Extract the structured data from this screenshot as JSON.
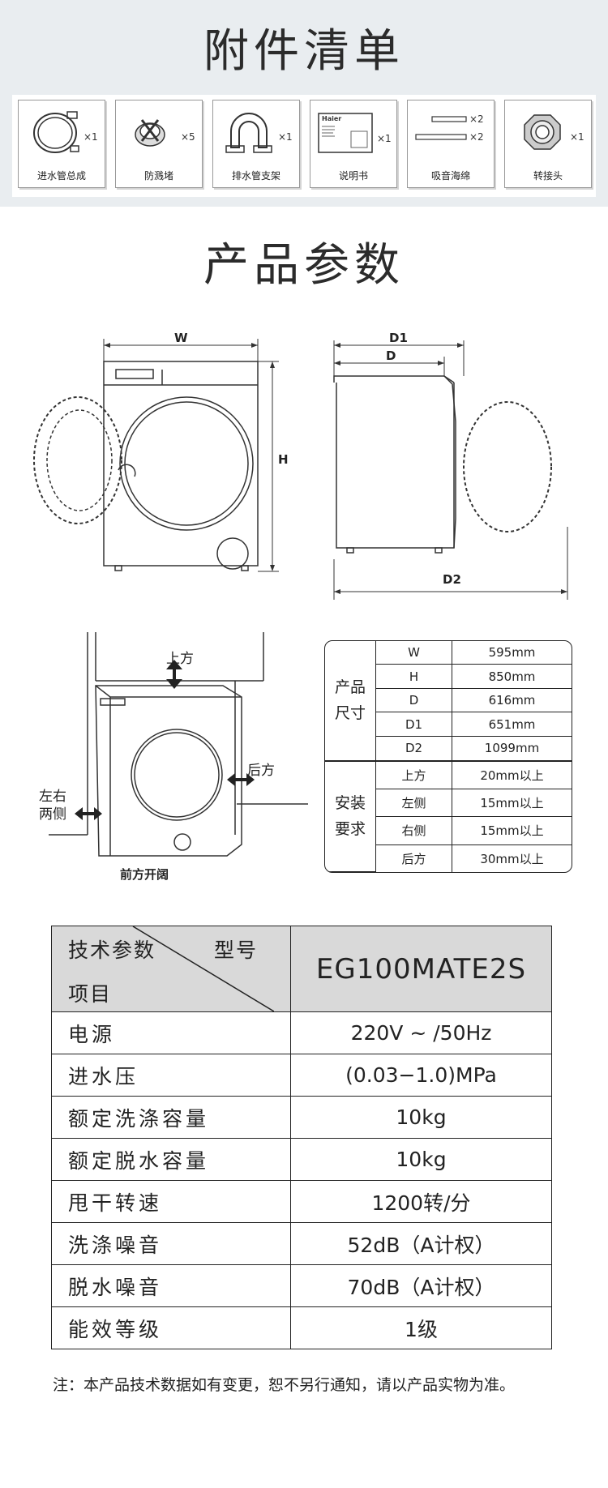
{
  "accessories": {
    "title": "附件清单",
    "items": [
      {
        "name": "进水管总成",
        "qty": "×1",
        "icon": "hose-icon"
      },
      {
        "name": "防溅堵",
        "qty": "×5",
        "icon": "plug-icon"
      },
      {
        "name": "排水管支架",
        "qty": "×1",
        "icon": "drain-bracket-icon"
      },
      {
        "name": "说明书",
        "qty": "×1",
        "icon": "manual-icon",
        "brand": "Haier"
      },
      {
        "name": "吸音海绵",
        "qty": [
          "×2",
          "×2"
        ],
        "icon": "sponge-icon"
      },
      {
        "name": "转接头",
        "qty": "×1",
        "icon": "adapter-icon"
      }
    ]
  },
  "params": {
    "title": "产品参数",
    "dims": {
      "w": "W",
      "h": "H",
      "d": "D",
      "d1": "D1",
      "d2": "D2"
    },
    "install_labels": {
      "top": "上方",
      "left_right_1": "左右",
      "left_right_2": "两侧",
      "back": "后方",
      "front": "前方开阔"
    }
  },
  "size_table": {
    "group1": [
      "产品",
      "尺寸"
    ],
    "group2": [
      "安装",
      "要求"
    ],
    "rows": [
      {
        "key": "W",
        "value": "595mm"
      },
      {
        "key": "H",
        "value": "850mm"
      },
      {
        "key": "D",
        "value": "616mm"
      },
      {
        "key": "D1",
        "value": "651mm"
      },
      {
        "key": "D2",
        "value": "1099mm"
      },
      {
        "key": "上方",
        "value": "20mm以上"
      },
      {
        "key": "左侧",
        "value": "15mm以上"
      },
      {
        "key": "右侧",
        "value": "15mm以上"
      },
      {
        "key": "后方",
        "value": "30mm以上"
      }
    ]
  },
  "spec_table": {
    "header_left_top": "技术参数",
    "header_model_label": "型号",
    "header_left_bottom": "项目",
    "model": "EG100MATE2S",
    "rows": [
      {
        "label": "电源",
        "value": "220V ~ /50Hz"
      },
      {
        "label": "进水压",
        "value": "(0.03−1.0)MPa"
      },
      {
        "label": "额定洗涤容量",
        "value": "10kg"
      },
      {
        "label": "额定脱水容量",
        "value": "10kg"
      },
      {
        "label": "甩干转速",
        "value": "1200转/分"
      },
      {
        "label": "洗涤噪音",
        "value": "52dB（A计权）"
      },
      {
        "label": "脱水噪音",
        "value": "70dB（A计权）"
      },
      {
        "label": "能效等级",
        "value": "1级"
      }
    ]
  },
  "note": "注：本产品技术数据如有变更，恕不另行通知，请以产品实物为准。"
}
